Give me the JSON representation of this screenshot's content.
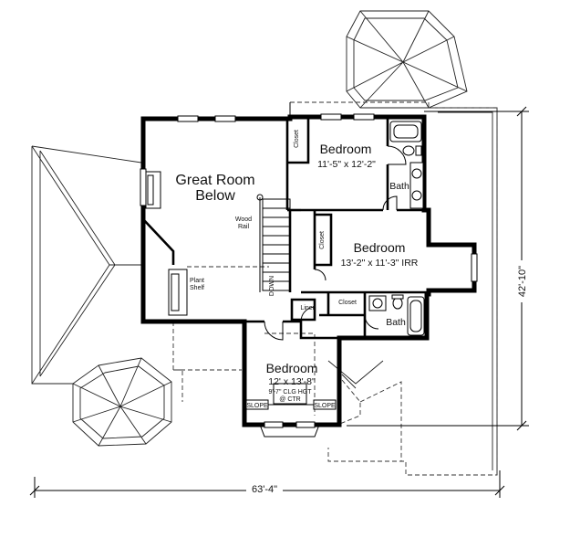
{
  "rooms": {
    "great_room": {
      "name_line1": "Great Room",
      "name_line2": "Below"
    },
    "bedroom_top": {
      "name": "Bedroom",
      "size": "11'-5\" x 12'-2\""
    },
    "bedroom_mid": {
      "name": "Bedroom",
      "size": "13'-2\" x 11'-3\" IRR"
    },
    "bedroom_bottom": {
      "name": "Bedroom",
      "size": "12' x 13'-8\"",
      "ceiling_line1": "9'-7\" CLG HGT",
      "ceiling_line2": "@ CTR"
    },
    "bath_top": {
      "name": "Bath"
    },
    "bath_bottom": {
      "name": "Bath"
    }
  },
  "labels": {
    "closet_top": "Closet",
    "closet_mid": "Closet",
    "closet_bottom": "Closet",
    "linen": "Linen",
    "wood_rail_line1": "Wood",
    "wood_rail_line2": "Rail",
    "plant_shelf_line1": "Plant",
    "plant_shelf_line2": "Shelf",
    "stairs_down": "DOWN",
    "slope_left": "SLOPE",
    "slope_right": "SLOPE"
  },
  "dimensions": {
    "overall_width": "63'-4\"",
    "overall_depth": "42'-10\""
  }
}
